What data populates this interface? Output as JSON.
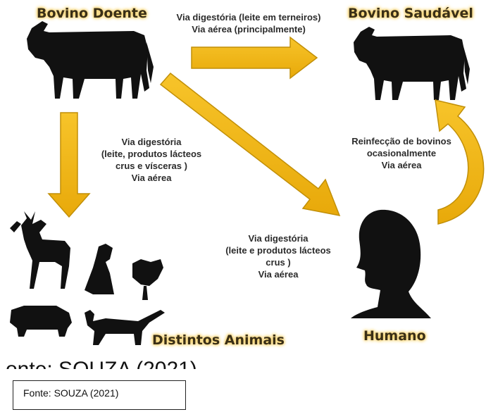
{
  "nodes": {
    "sick_cattle": "Bovino Doente",
    "healthy_cattle": "Bovino Saudável",
    "animals": "Distintos Animais",
    "human": "Humano"
  },
  "edges": {
    "cattle_to_cattle": [
      "Via digestória (leite em terneiros)",
      "Via aérea (principalmente)"
    ],
    "cattle_to_animals": [
      "Via digestória",
      "(leite, produtos lácteos",
      "crus e vísceras )",
      "Via aérea"
    ],
    "cattle_to_human": [
      "Via digestória",
      "(leite e produtos lácteos",
      "crus )",
      "Via aérea"
    ],
    "human_to_cattle": [
      "Reinfecção de bovinos",
      "ocasionalmente",
      "Via aérea"
    ]
  },
  "source_cropped": "onte: SOUZA (2021)",
  "caption": "Fonte: SOUZA (2021)",
  "colors": {
    "arrow_fill": "#f3b812",
    "arrow_stroke": "#c18f08",
    "silhouette": "#111111"
  }
}
